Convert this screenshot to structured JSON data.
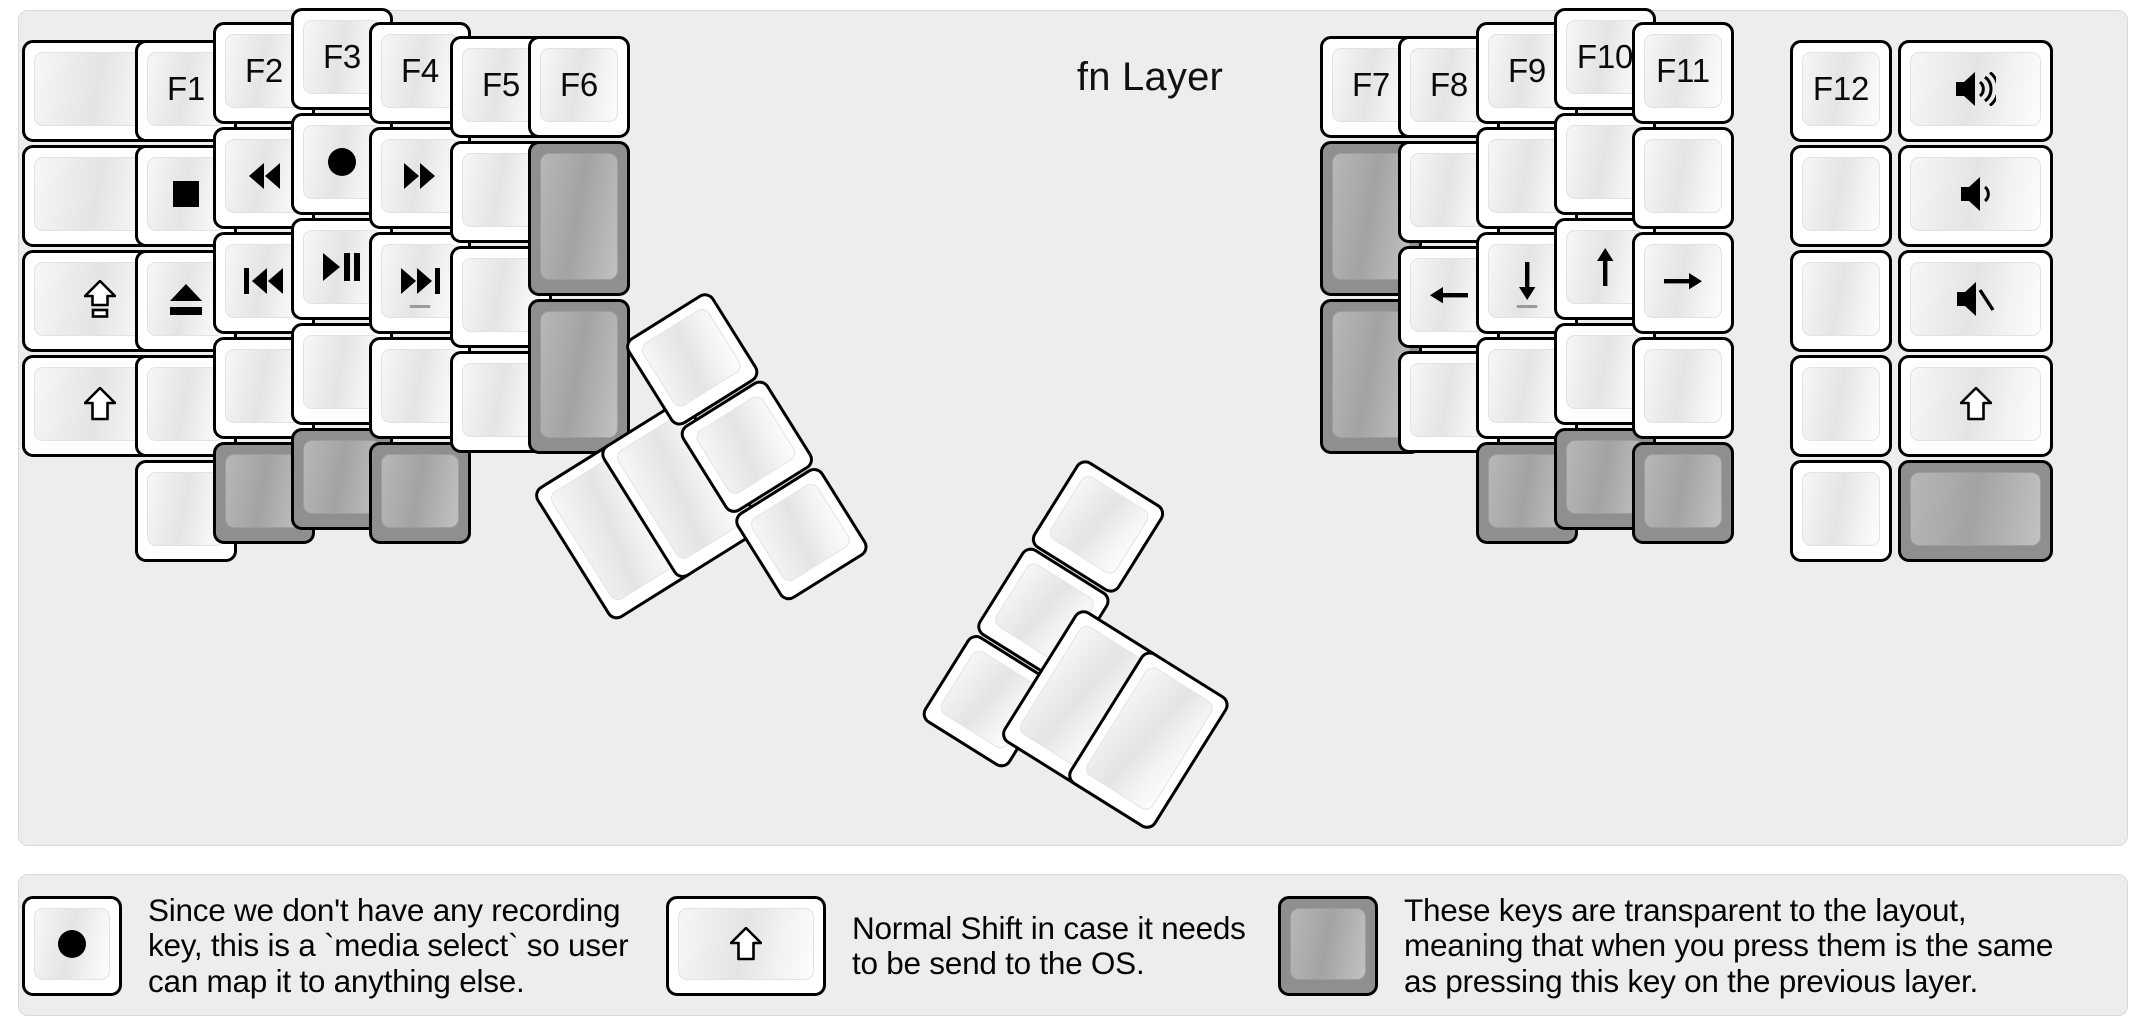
{
  "title": "fn Layer",
  "colors": {
    "page_background": "#ffffff",
    "panel_background": "#ededed",
    "panel_border": "#d8d8d8",
    "keycap_outline": "#000000",
    "keycap_face_light": "#fdfdfd",
    "keycap_face_mid": "#e4e4e4",
    "transparent_key": "#8f8f8f",
    "transparent_key_face": "#b0b0b0",
    "text": "#0b0b0b"
  },
  "left_half": {
    "columns": [
      {
        "name": "pinky-outer",
        "keys": [
          {
            "label": "",
            "icon": "blank",
            "state": "normal"
          },
          {
            "label": "",
            "icon": "blank",
            "state": "normal"
          },
          {
            "label": "",
            "icon": "caps-lock",
            "state": "normal"
          },
          {
            "label": "",
            "icon": "shift",
            "state": "normal"
          }
        ]
      },
      {
        "name": "pinky",
        "keys": [
          {
            "label": "F1",
            "icon": "text",
            "state": "normal"
          },
          {
            "label": "",
            "icon": "media-stop",
            "state": "normal"
          },
          {
            "label": "",
            "icon": "media-eject",
            "state": "normal"
          },
          {
            "label": "",
            "icon": "blank",
            "state": "normal"
          },
          {
            "label": "",
            "icon": "blank",
            "state": "normal"
          }
        ]
      },
      {
        "name": "ring",
        "keys": [
          {
            "label": "F2",
            "icon": "text",
            "state": "normal"
          },
          {
            "label": "",
            "icon": "media-rewind",
            "state": "normal"
          },
          {
            "label": "",
            "icon": "media-prev-track",
            "state": "normal"
          },
          {
            "label": "",
            "icon": "blank",
            "state": "normal"
          },
          {
            "label": "",
            "icon": "blank",
            "state": "transparent"
          }
        ]
      },
      {
        "name": "middle",
        "keys": [
          {
            "label": "F3",
            "icon": "text",
            "state": "normal"
          },
          {
            "label": "",
            "icon": "media-record",
            "state": "normal"
          },
          {
            "label": "",
            "icon": "media-play-pause",
            "state": "normal"
          },
          {
            "label": "",
            "icon": "blank",
            "state": "normal"
          },
          {
            "label": "",
            "icon": "blank",
            "state": "transparent"
          }
        ]
      },
      {
        "name": "index",
        "keys": [
          {
            "label": "F4",
            "icon": "text",
            "state": "normal"
          },
          {
            "label": "",
            "icon": "media-fast-forward",
            "state": "normal"
          },
          {
            "label": "",
            "icon": "media-next-track-homing",
            "state": "normal"
          },
          {
            "label": "",
            "icon": "blank",
            "state": "normal"
          },
          {
            "label": "",
            "icon": "blank",
            "state": "transparent"
          }
        ]
      },
      {
        "name": "index-inner",
        "keys": [
          {
            "label": "F5",
            "icon": "text",
            "state": "normal"
          },
          {
            "label": "",
            "icon": "blank",
            "state": "normal"
          },
          {
            "label": "",
            "icon": "blank",
            "state": "normal"
          },
          {
            "label": "",
            "icon": "blank",
            "state": "normal"
          }
        ]
      },
      {
        "name": "inner-column",
        "keys": [
          {
            "label": "F6",
            "icon": "text",
            "state": "normal"
          },
          {
            "label": "",
            "icon": "blank",
            "state": "transparent"
          },
          {
            "label": "",
            "icon": "blank",
            "state": "transparent"
          }
        ]
      }
    ],
    "thumb_cluster": [
      {
        "label": "",
        "icon": "blank",
        "state": "normal",
        "size": "tall"
      },
      {
        "label": "",
        "icon": "blank",
        "state": "normal",
        "size": "tall"
      },
      {
        "label": "",
        "icon": "blank",
        "state": "normal",
        "size": "square"
      },
      {
        "label": "",
        "icon": "blank",
        "state": "normal",
        "size": "square"
      },
      {
        "label": "",
        "icon": "blank",
        "state": "normal",
        "size": "square"
      }
    ]
  },
  "right_half": {
    "columns": [
      {
        "name": "inner-column",
        "keys": [
          {
            "label": "F7",
            "icon": "text",
            "state": "normal"
          },
          {
            "label": "",
            "icon": "blank",
            "state": "transparent"
          },
          {
            "label": "",
            "icon": "blank",
            "state": "transparent"
          }
        ]
      },
      {
        "name": "index-inner",
        "keys": [
          {
            "label": "F8",
            "icon": "text",
            "state": "normal"
          },
          {
            "label": "",
            "icon": "blank",
            "state": "normal"
          },
          {
            "label": "",
            "icon": "arrow-left",
            "state": "normal"
          },
          {
            "label": "",
            "icon": "blank",
            "state": "normal"
          }
        ]
      },
      {
        "name": "index",
        "keys": [
          {
            "label": "F9",
            "icon": "text",
            "state": "normal"
          },
          {
            "label": "",
            "icon": "blank",
            "state": "normal"
          },
          {
            "label": "",
            "icon": "arrow-down-homing",
            "state": "normal"
          },
          {
            "label": "",
            "icon": "blank",
            "state": "normal"
          },
          {
            "label": "",
            "icon": "blank",
            "state": "transparent"
          }
        ]
      },
      {
        "name": "middle",
        "keys": [
          {
            "label": "F10",
            "icon": "text",
            "state": "normal"
          },
          {
            "label": "",
            "icon": "blank",
            "state": "normal"
          },
          {
            "label": "",
            "icon": "arrow-up",
            "state": "normal"
          },
          {
            "label": "",
            "icon": "blank",
            "state": "normal"
          },
          {
            "label": "",
            "icon": "blank",
            "state": "transparent"
          }
        ]
      },
      {
        "name": "ring",
        "keys": [
          {
            "label": "F11",
            "icon": "text",
            "state": "normal"
          },
          {
            "label": "",
            "icon": "blank",
            "state": "normal"
          },
          {
            "label": "",
            "icon": "arrow-right",
            "state": "normal"
          },
          {
            "label": "",
            "icon": "blank",
            "state": "normal"
          },
          {
            "label": "",
            "icon": "blank",
            "state": "transparent"
          }
        ]
      },
      {
        "name": "pinky",
        "keys": [
          {
            "label": "F12",
            "icon": "text",
            "state": "normal"
          },
          {
            "label": "",
            "icon": "blank",
            "state": "normal"
          },
          {
            "label": "",
            "icon": "blank",
            "state": "normal"
          },
          {
            "label": "",
            "icon": "blank",
            "state": "normal"
          },
          {
            "label": "",
            "icon": "blank",
            "state": "normal"
          }
        ]
      },
      {
        "name": "pinky-outer",
        "keys": [
          {
            "label": "",
            "icon": "volume-up",
            "state": "normal"
          },
          {
            "label": "",
            "icon": "volume-down",
            "state": "normal"
          },
          {
            "label": "",
            "icon": "volume-mute",
            "state": "normal"
          },
          {
            "label": "",
            "icon": "shift",
            "state": "normal"
          },
          {
            "label": "",
            "icon": "blank",
            "state": "transparent"
          }
        ]
      }
    ],
    "thumb_cluster": [
      {
        "label": "",
        "icon": "blank",
        "state": "normal",
        "size": "square"
      },
      {
        "label": "",
        "icon": "blank",
        "state": "normal",
        "size": "square"
      },
      {
        "label": "",
        "icon": "blank",
        "state": "normal",
        "size": "square"
      },
      {
        "label": "",
        "icon": "blank",
        "state": "normal",
        "size": "tall"
      },
      {
        "label": "",
        "icon": "blank",
        "state": "normal",
        "size": "tall"
      }
    ]
  },
  "legend": [
    {
      "icon": "media-record",
      "state": "normal",
      "text": "Since we don't have any recording\nkey, this is a `media select` so user\ncan map it to anything else."
    },
    {
      "icon": "shift",
      "state": "normal",
      "text": "Normal Shift in case it needs\nto be send to the OS."
    },
    {
      "icon": "blank",
      "state": "transparent",
      "text": "These keys are transparent to the layout,\nmeaning that when you press them is the same\nas pressing this key on the previous layer."
    }
  ]
}
